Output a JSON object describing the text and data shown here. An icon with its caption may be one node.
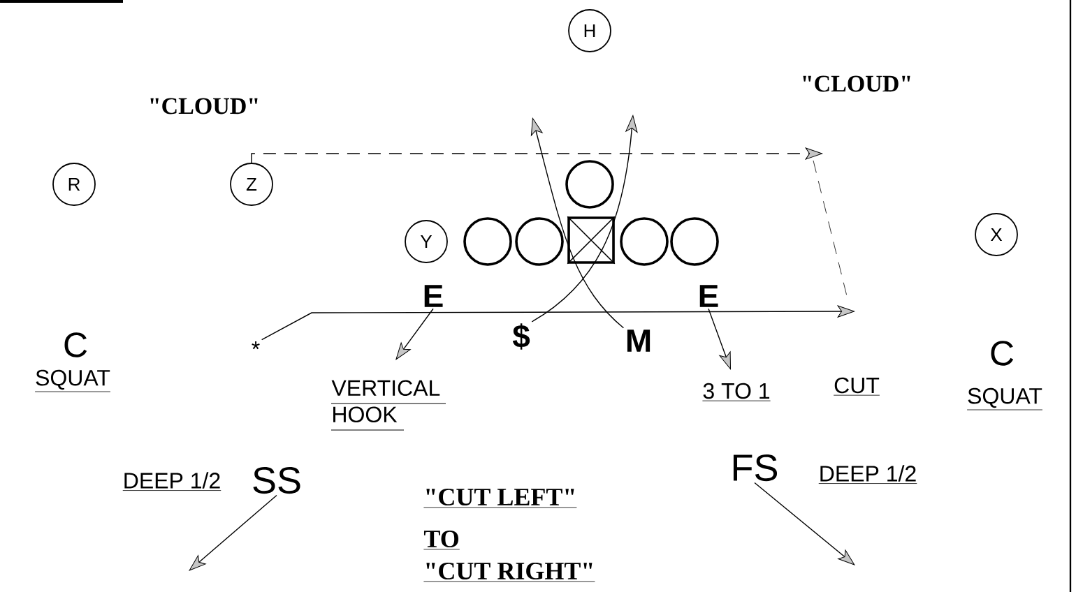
{
  "diagram": {
    "nodes": [
      {
        "text": [
          "H"
        ]
      },
      {
        "text": [
          "R"
        ]
      },
      {
        "text": [
          "Z"
        ]
      },
      {
        "text": [
          "Y"
        ]
      },
      {
        "text": [
          "X"
        ]
      },
      {
        "text": [],
        "shape": "circle"
      },
      {
        "text": [],
        "shape": "circle"
      },
      {
        "text": [],
        "shape": "circle"
      },
      {
        "text": [],
        "shape": "box"
      },
      {
        "text": [],
        "shape": "circle"
      },
      {
        "text": [],
        "shape": "circle"
      },
      {
        "text": [
          "E"
        ]
      },
      {
        "text": [
          "*"
        ]
      },
      {
        "text": [
          "$"
        ]
      },
      {
        "text": [
          "M"
        ]
      },
      {
        "text": [
          "E"
        ]
      },
      {
        "text": [
          "SS"
        ]
      },
      {
        "text": [
          "FS"
        ]
      }
    ],
    "edges": [
      {
        "from": 2,
        "to": null,
        "arrow": "to",
        "style": "dashed"
      },
      {
        "from": 12,
        "to": null,
        "arrow": "to"
      },
      {
        "from": 11,
        "to": null,
        "arrow": "to"
      },
      {
        "from": 13,
        "to": null,
        "arrow": "to"
      },
      {
        "from": 14,
        "to": null,
        "arrow": "to"
      },
      {
        "from": 15,
        "to": null,
        "arrow": "to"
      },
      {
        "from": 16,
        "to": null,
        "arrow": "to"
      },
      {
        "from": 17,
        "to": null,
        "arrow": "to"
      }
    ],
    "labels": [
      "\"CLOUD\"",
      "\"CLOUD\"",
      "C",
      "SQUAT",
      "VERTICAL HOOK",
      "3 TO 1",
      "CUT",
      "C",
      "SQUAT",
      "DEEP 1/2",
      "DEEP 1/2",
      "\"CUT LEFT\"",
      "TO",
      "\"CUT RIGHT\""
    ]
  }
}
